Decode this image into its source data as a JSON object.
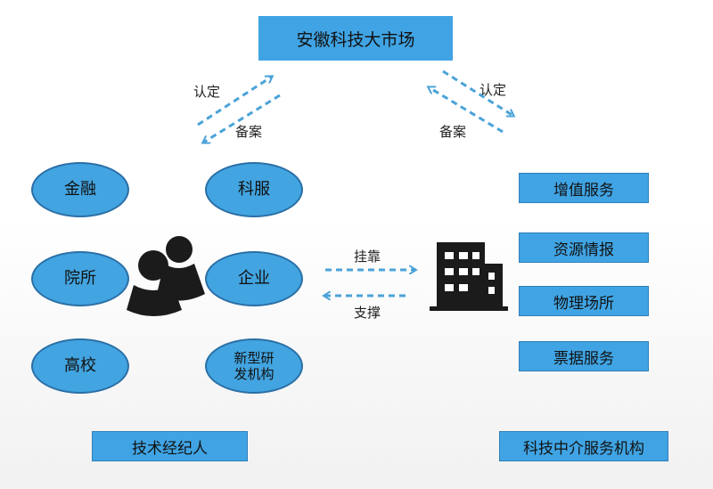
{
  "title": "安徽科技大市场",
  "left_arrows": {
    "upper_label": "认定",
    "lower_label": "备案"
  },
  "right_arrows": {
    "upper_label": "认定",
    "lower_label": "备案"
  },
  "left_group": {
    "items": [
      "金融",
      "科服",
      "院所",
      "企业",
      "高校",
      "新型研发机构"
    ],
    "item_line1": "新型研",
    "item_line2": "发机构",
    "caption": "技术经纪人"
  },
  "middle_arrows": {
    "upper_label": "挂靠",
    "lower_label": "支撑"
  },
  "right_group": {
    "services": [
      "增值服务",
      "资源情报",
      "物理场所",
      "票据服务"
    ],
    "caption": "科技中介服务机构"
  },
  "colors": {
    "box_fill": "#40a4e4",
    "arrow": "#4aa3d8"
  }
}
